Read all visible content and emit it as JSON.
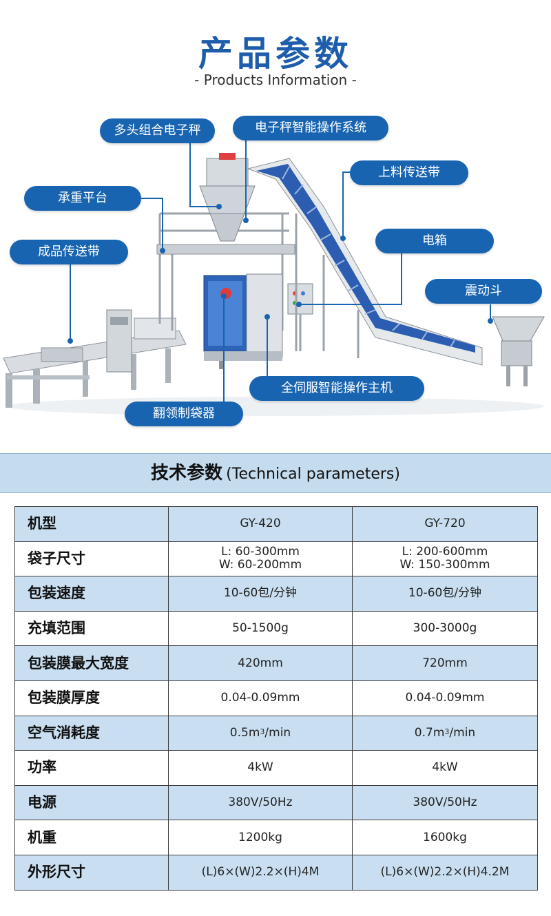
{
  "header": {
    "title": "产品参数",
    "subtitle": "- Products Information -"
  },
  "callouts": [
    "多头组合电子秤",
    "电子秤智能操作系统",
    "上料传送带",
    "承重平台",
    "电箱",
    "成品传送带",
    "震动斗",
    "全伺服智能操作主机",
    "翻领制袋器"
  ],
  "colors": {
    "brand_blue": "#1864b0",
    "title_blue": "#1e5dab",
    "row_tint": "#c9dff1",
    "section_bar": "#c5dcef"
  },
  "spec_section": {
    "title_zh": "技术参数",
    "title_en": "(Technical parameters)"
  },
  "spec_table": {
    "rows": [
      {
        "name": "机型",
        "a": "GY-420",
        "b": "GY-720"
      },
      {
        "name": "袋子尺寸",
        "a": "L: 60-300mm",
        "a2": "W: 60-200mm",
        "b": "L: 200-600mm",
        "b2": "W: 150-300mm"
      },
      {
        "name": "包装速度",
        "a": "10-60包/分钟",
        "b": "10-60包/分钟"
      },
      {
        "name": "充填范围",
        "a": "50-1500g",
        "b": "300-3000g"
      },
      {
        "name": "包装膜最大宽度",
        "a": "420mm",
        "b": "720mm"
      },
      {
        "name": "包装膜厚度",
        "a": "0.04-0.09mm",
        "b": "0.04-0.09mm"
      },
      {
        "name": "空气消耗度",
        "a": "0.5m",
        "a_sup": "3",
        "a_tail": "/min",
        "b": "0.7m",
        "b_sup": "3",
        "b_tail": "/min"
      },
      {
        "name": "功率",
        "a": "4kW",
        "b": "4kW"
      },
      {
        "name": "电源",
        "a": "380V/50Hz",
        "b": "380V/50Hz"
      },
      {
        "name": "机重",
        "a": "1200kg",
        "b": "1600kg"
      },
      {
        "name": "外形尺寸",
        "a": "(L)6×(W)2.2×(H)4M",
        "b": "(L)6×(W)2.2×(H)4.2M"
      }
    ]
  }
}
